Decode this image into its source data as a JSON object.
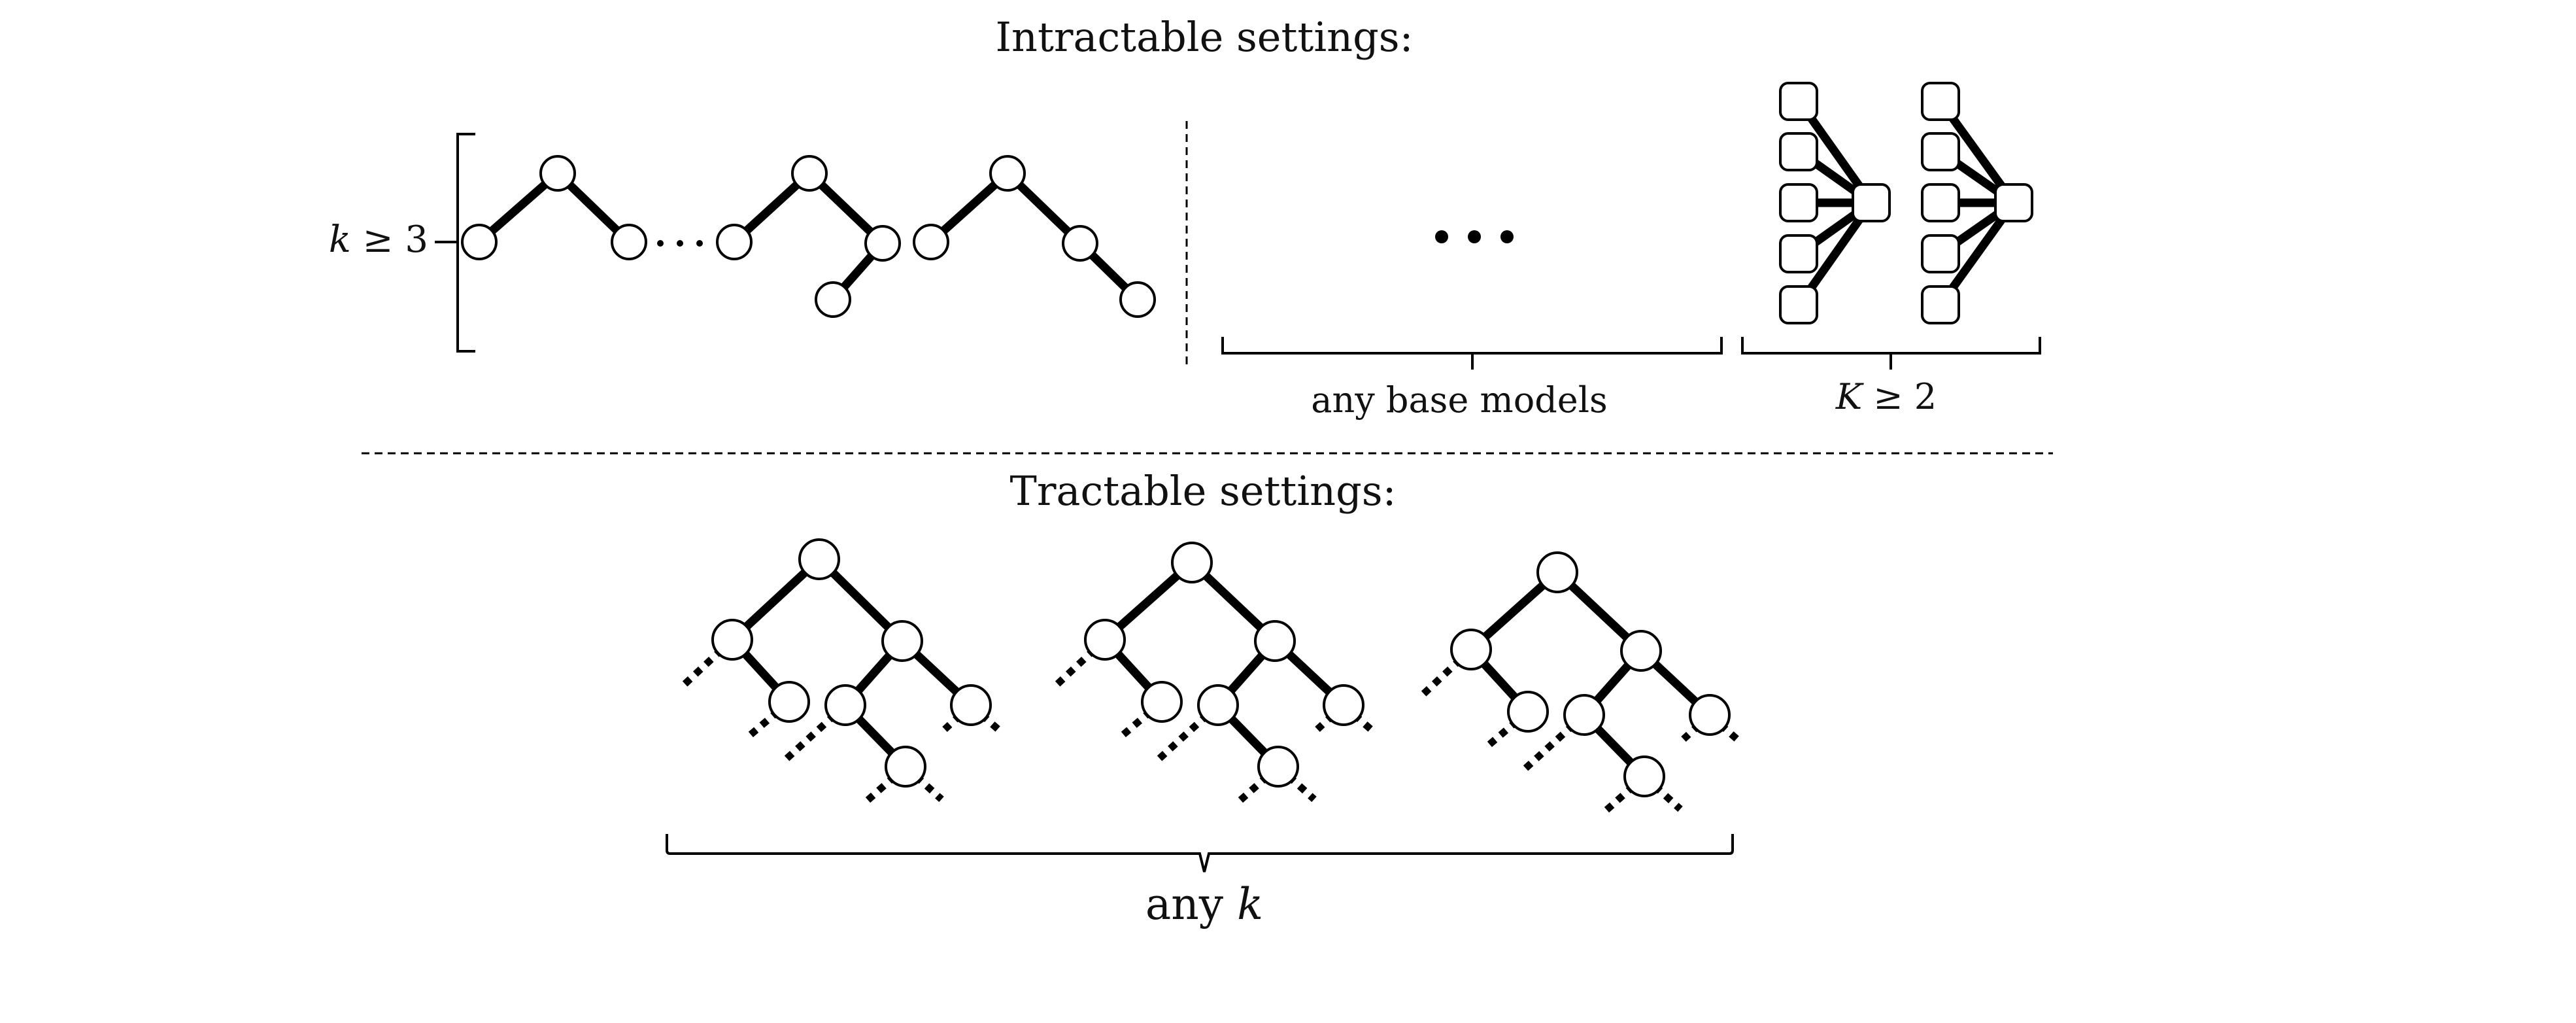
{
  "intractable": {
    "title": "Intractable settings:",
    "k_label": {
      "var": "k",
      "rel": "≥ 3"
    },
    "base_models_label": "any base models",
    "K_label": {
      "var": "K",
      "rel": "≥ 2"
    }
  },
  "tractable": {
    "title": "Tractable settings:",
    "k_label": {
      "prefix": "any",
      "var": "k"
    }
  }
}
